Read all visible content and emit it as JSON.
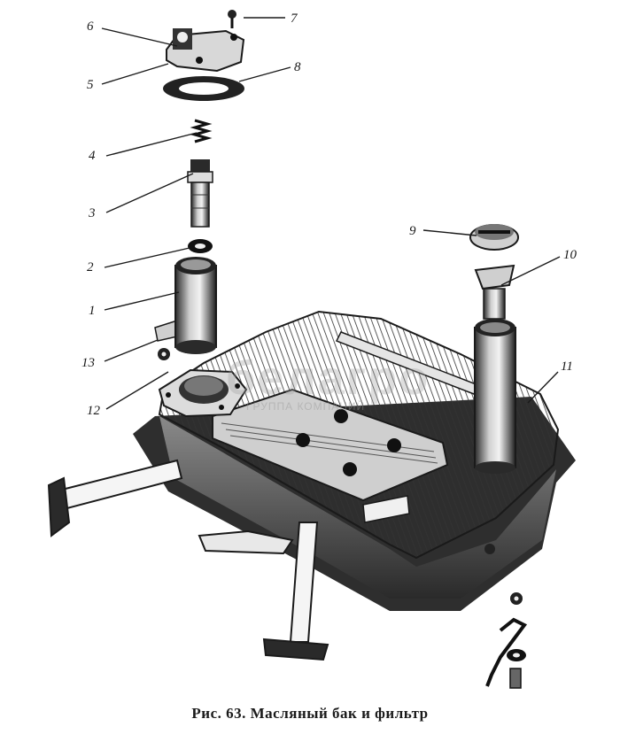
{
  "figure": {
    "caption": "Рис. 63. Масляный бак и фильтр",
    "watermark": "белагро",
    "watermark_sub": "ГРУППА КОМПАНИЙ",
    "callouts": [
      "1",
      "2",
      "3",
      "4",
      "5",
      "6",
      "7",
      "8",
      "9",
      "10",
      "11",
      "12",
      "13"
    ]
  }
}
